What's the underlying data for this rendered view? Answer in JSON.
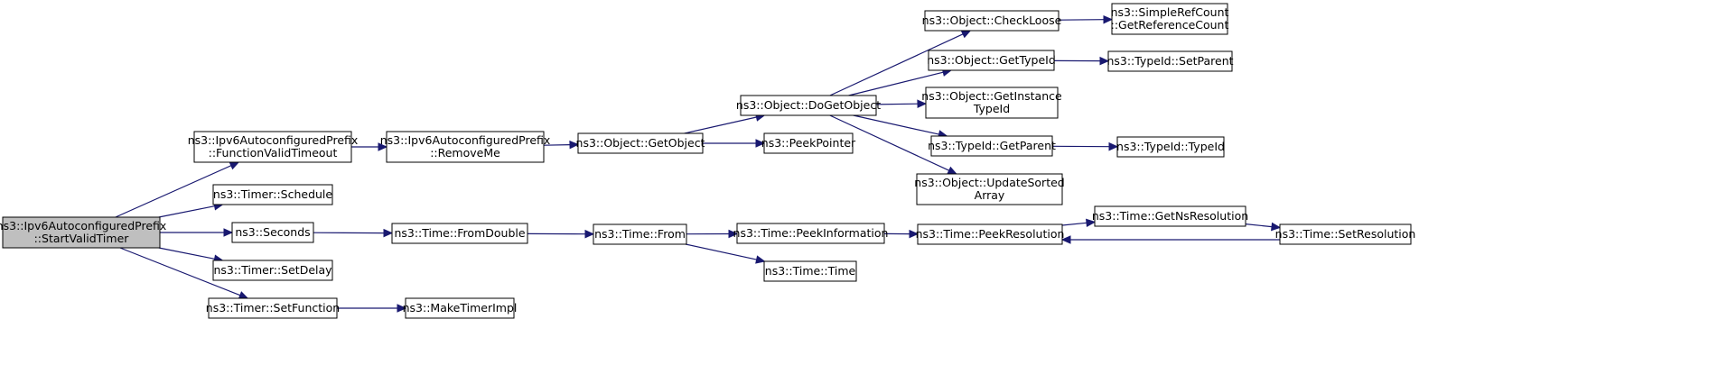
{
  "nodes": [
    {
      "id": "start_valid_timer",
      "lines": [
        "ns3::Ipv6AutoconfiguredPrefix",
        "::StartValidTimer"
      ],
      "root": true
    },
    {
      "id": "function_valid_timeout",
      "lines": [
        "ns3::Ipv6AutoconfiguredPrefix",
        "::FunctionValidTimeout"
      ]
    },
    {
      "id": "timer_schedule",
      "lines": [
        "ns3::Timer::Schedule"
      ]
    },
    {
      "id": "seconds",
      "lines": [
        "ns3::Seconds"
      ]
    },
    {
      "id": "timer_set_delay",
      "lines": [
        "ns3::Timer::SetDelay"
      ]
    },
    {
      "id": "timer_set_function",
      "lines": [
        "ns3::Timer::SetFunction"
      ]
    },
    {
      "id": "remove_me",
      "lines": [
        "ns3::Ipv6AutoconfiguredPrefix",
        "::RemoveMe"
      ]
    },
    {
      "id": "time_from_double",
      "lines": [
        "ns3::Time::FromDouble"
      ]
    },
    {
      "id": "make_timer_impl",
      "lines": [
        "ns3::MakeTimerImpl"
      ]
    },
    {
      "id": "object_get_object",
      "lines": [
        "ns3::Object::GetObject"
      ]
    },
    {
      "id": "time_from",
      "lines": [
        "ns3::Time::From"
      ]
    },
    {
      "id": "object_do_get_object",
      "lines": [
        "ns3::Object::DoGetObject"
      ]
    },
    {
      "id": "peek_pointer",
      "lines": [
        "ns3::PeekPointer"
      ]
    },
    {
      "id": "time_peek_information",
      "lines": [
        "ns3::Time::PeekInformation"
      ]
    },
    {
      "id": "time_time",
      "lines": [
        "ns3::Time::Time"
      ]
    },
    {
      "id": "object_check_loose",
      "lines": [
        "ns3::Object::CheckLoose"
      ]
    },
    {
      "id": "object_get_type_id",
      "lines": [
        "ns3::Object::GetTypeId"
      ]
    },
    {
      "id": "object_get_instance_type_id",
      "lines": [
        "ns3::Object::GetInstance",
        "TypeId"
      ]
    },
    {
      "id": "type_id_get_parent",
      "lines": [
        "ns3::TypeId::GetParent"
      ]
    },
    {
      "id": "object_update_sorted_array",
      "lines": [
        "ns3::Object::UpdateSorted",
        "Array"
      ]
    },
    {
      "id": "time_peek_resolution",
      "lines": [
        "ns3::Time::PeekResolution"
      ]
    },
    {
      "id": "simple_ref_count_get_reference_count",
      "lines": [
        "ns3::SimpleRefCount",
        "::GetReferenceCount"
      ]
    },
    {
      "id": "type_id_set_parent",
      "lines": [
        "ns3::TypeId::SetParent"
      ]
    },
    {
      "id": "type_id_type_id",
      "lines": [
        "ns3::TypeId::TypeId"
      ]
    },
    {
      "id": "time_get_ns_resolution",
      "lines": [
        "ns3::Time::GetNsResolution"
      ]
    },
    {
      "id": "time_set_resolution",
      "lines": [
        "ns3::Time::SetResolution"
      ]
    }
  ],
  "edges": [
    {
      "from": "start_valid_timer",
      "to": "function_valid_timeout"
    },
    {
      "from": "start_valid_timer",
      "to": "timer_schedule"
    },
    {
      "from": "start_valid_timer",
      "to": "seconds"
    },
    {
      "from": "start_valid_timer",
      "to": "timer_set_delay"
    },
    {
      "from": "start_valid_timer",
      "to": "timer_set_function"
    },
    {
      "from": "function_valid_timeout",
      "to": "remove_me"
    },
    {
      "from": "remove_me",
      "to": "object_get_object"
    },
    {
      "from": "object_get_object",
      "to": "object_do_get_object"
    },
    {
      "from": "object_get_object",
      "to": "peek_pointer"
    },
    {
      "from": "object_do_get_object",
      "to": "object_check_loose"
    },
    {
      "from": "object_do_get_object",
      "to": "object_get_type_id"
    },
    {
      "from": "object_do_get_object",
      "to": "object_get_instance_type_id"
    },
    {
      "from": "object_do_get_object",
      "to": "type_id_get_parent"
    },
    {
      "from": "object_do_get_object",
      "to": "object_update_sorted_array"
    },
    {
      "from": "object_check_loose",
      "to": "simple_ref_count_get_reference_count"
    },
    {
      "from": "object_get_type_id",
      "to": "type_id_set_parent"
    },
    {
      "from": "type_id_get_parent",
      "to": "type_id_type_id"
    },
    {
      "from": "seconds",
      "to": "time_from_double"
    },
    {
      "from": "time_from_double",
      "to": "time_from"
    },
    {
      "from": "time_from",
      "to": "time_peek_information"
    },
    {
      "from": "time_from",
      "to": "time_time"
    },
    {
      "from": "time_peek_information",
      "to": "time_peek_resolution"
    },
    {
      "from": "time_peek_resolution",
      "to": "time_get_ns_resolution"
    },
    {
      "from": "time_get_ns_resolution",
      "to": "time_set_resolution"
    },
    {
      "from": "time_set_resolution",
      "to": "time_peek_resolution"
    },
    {
      "from": "timer_set_function",
      "to": "make_timer_impl"
    }
  ]
}
